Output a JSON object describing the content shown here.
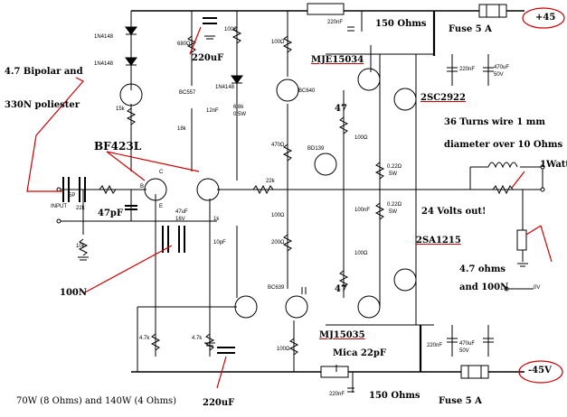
{
  "annotations": {
    "bipolar_cap": "4.7 Bipolar and",
    "poliester": "330N poliester",
    "bf423l": "BF423L",
    "c_220uf_top": "220uF",
    "mje15034": "MJE15034",
    "r_150_top": "150 Ohms",
    "fuse_top": "Fuse 5 A",
    "v_pos": "+45",
    "c_2sc2922": "2SC2922",
    "coil_a": "36 Turns wire 1 mm",
    "coil_b": "diameter over 10 Ohms",
    "watt": "1Watt",
    "v24": "24 Volts out!",
    "a1215": "2SA1215",
    "r_47ohm": "4.7 ohms",
    "and_100n": "and 100N",
    "n100": "100N",
    "mjl15035": "MJ15035",
    "mica": "Mica 22pF",
    "r_150_bot": "150 Ohms",
    "fuse_bot": "Fuse 5 A",
    "v_neg": "-45V",
    "power": "70W (8 Ohms) and 140W (4 Ohms)",
    "c_220uf_bot": "220uF",
    "pf47": "47pF",
    "input": "INPUT",
    "r47_a": "47",
    "r47_b": "47"
  },
  "small_labels": {
    "d1": "1N4148",
    "d2": "1N4148",
    "d3": "1N4148",
    "r680": "680Ω",
    "r15k": "15k",
    "bc557": "BC557",
    "r18k": "18k",
    "r100a": "100Ω",
    "r100b": "100Ω",
    "bc640": "BC640",
    "r68k": "6.8k",
    "w05": "0.5W",
    "c12n": "12nF",
    "r470": "470Ω",
    "bd139": "BD139",
    "c100n": "100nF",
    "r1k": "1k",
    "r22k": "22k",
    "r200": "200Ω",
    "r22k_in": "22k",
    "r10k": "10k",
    "r100c": "100Ω",
    "c10p": "10pF",
    "c47u": "47uF",
    "v16": "16V",
    "sp1": "5P",
    "bc639": "BC639",
    "r47k_a": "4.7k",
    "r47k_b": "4.7k",
    "r100d": "100Ω",
    "c220n_t": "220nF",
    "c470u_t": "470uF",
    "v50_t": "50V",
    "c220n_b": "220nF",
    "c470u_b": "470uF",
    "v50_b": "50V",
    "r022_a": "0.22Ω",
    "w5_a": "5W",
    "r022_b": "0.22Ω",
    "w5_b": "5W",
    "r100e": "100Ω",
    "r100f": "100Ω",
    "c220n_fb": "220nF",
    "ov": "0V",
    "c220n_rt": "220nF"
  },
  "transistor_pins": [
    "B",
    "C",
    "E"
  ],
  "colors": {
    "annotation": "#cc0000",
    "wire": "#000000"
  }
}
